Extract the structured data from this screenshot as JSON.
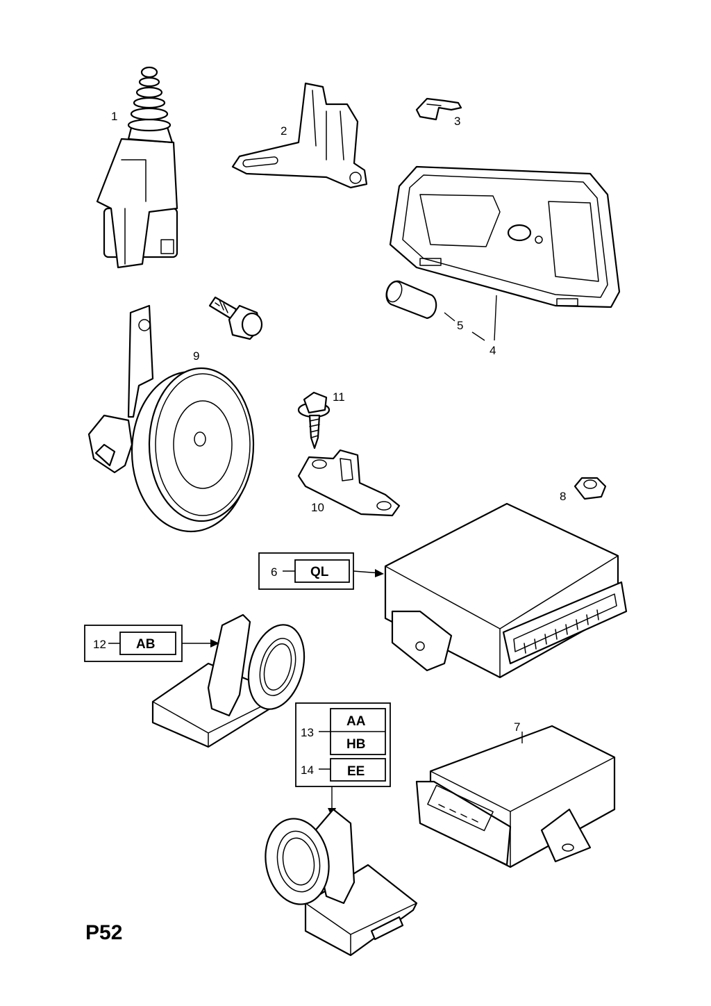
{
  "page_code": "P52",
  "callouts": {
    "c1": "1",
    "c2": "2",
    "c3": "3",
    "c4": "4",
    "c5": "5",
    "c6": "6",
    "c7": "7",
    "c8": "8",
    "c9": "9",
    "c10": "10",
    "c11": "11",
    "c12": "12",
    "c13": "13",
    "c14": "14"
  },
  "option_codes": {
    "part6": "QL",
    "part12": "AB",
    "part13_a": "AA",
    "part13_b": "HB",
    "part14": "EE"
  }
}
